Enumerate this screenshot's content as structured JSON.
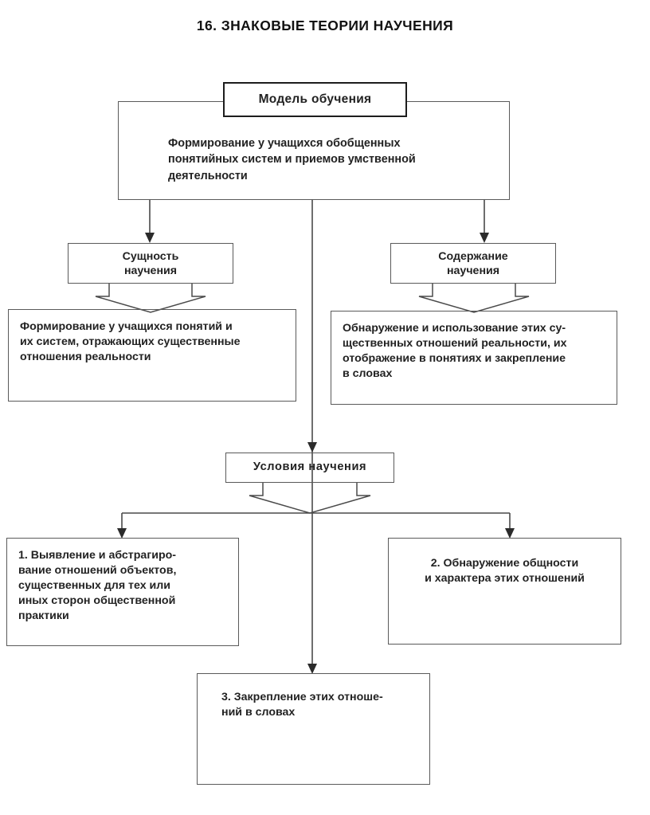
{
  "page": {
    "title": "16. ЗНАКОВЫЕ ТЕОРИИ НАУЧЕНИЯ",
    "ink_color": "#1a1a1a",
    "line_color": "#5a5a5a",
    "background": "#ffffff"
  },
  "diagram": {
    "type": "flowchart",
    "header": {
      "label": "Модель обучения"
    },
    "root": {
      "name": "model-outer",
      "text": "Формирование у учащихся обобщенных\nпонятийных систем и приемов умственной\nдеятельности"
    },
    "branches": [
      {
        "name": "essence",
        "header": "Сущность\nнаучения",
        "detail": "Формирование у учащихся понятий и\nих систем, отражающих существенные\nотношения реальности"
      },
      {
        "name": "content",
        "header": "Содержание\nнаучения",
        "detail": "Обнаружение и использование этих су-\nщественных отношений реальности, их\nотображение в понятиях и закрепление\nв словах"
      }
    ],
    "conditions": {
      "header": "Условия  научения",
      "items": [
        {
          "number": "1.",
          "text": "1. Выявление и абстрагиро-\nвание отношений объектов,\nсущественных для тех или\nиных сторон общественной\nпрактики"
        },
        {
          "number": "2.",
          "text": "2. Обнаружение общности\nи характера этих отношений"
        },
        {
          "number": "3.",
          "text": "3. Закрепление этих отноше-\nний в словах"
        }
      ]
    }
  }
}
